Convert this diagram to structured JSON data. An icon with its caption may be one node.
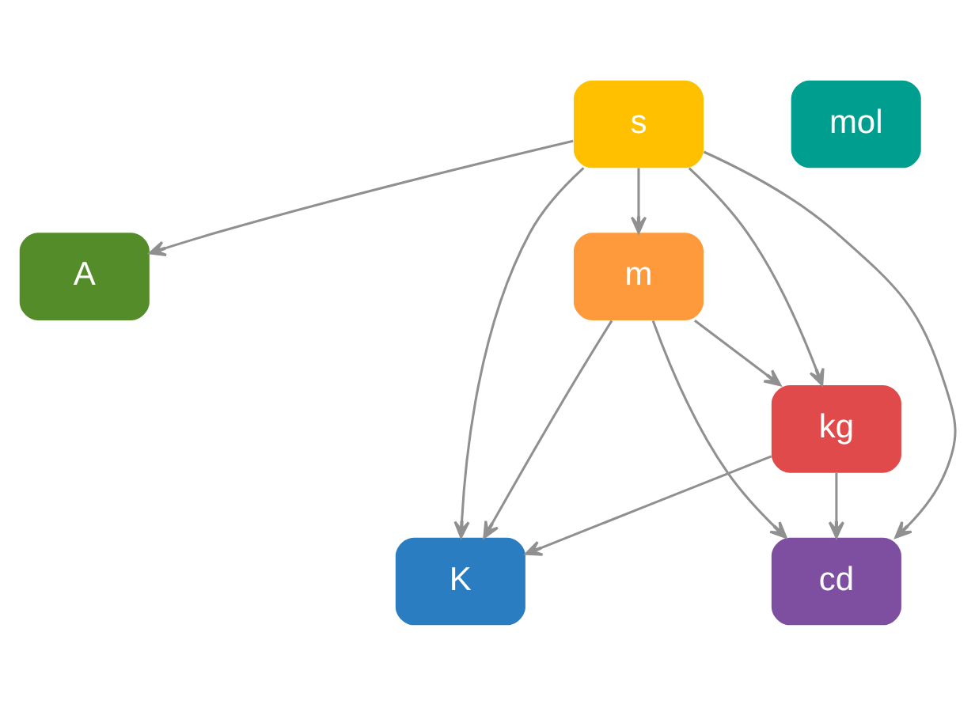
{
  "diagram": {
    "nodes": [
      {
        "text": [
          "s"
        ]
      },
      {
        "text": [
          "mol"
        ]
      },
      {
        "text": [
          "A"
        ]
      },
      {
        "text": [
          "m"
        ]
      },
      {
        "text": [
          "kg"
        ]
      },
      {
        "text": [
          "K"
        ]
      },
      {
        "text": [
          "cd"
        ]
      }
    ],
    "edges": [
      {
        "from": 0,
        "to": 2,
        "arrow": "to"
      },
      {
        "from": 0,
        "to": 3,
        "arrow": "to"
      },
      {
        "from": 0,
        "to": 5,
        "arrow": "to"
      },
      {
        "from": 0,
        "to": 4,
        "arrow": "to"
      },
      {
        "from": 0,
        "to": 6,
        "arrow": "to"
      },
      {
        "from": 3,
        "to": 4,
        "arrow": "to"
      },
      {
        "from": 3,
        "to": 5,
        "arrow": "to"
      },
      {
        "from": 3,
        "to": 6,
        "arrow": "to"
      },
      {
        "from": 4,
        "to": 5,
        "arrow": "to"
      },
      {
        "from": 4,
        "to": 6,
        "arrow": "to"
      }
    ]
  }
}
